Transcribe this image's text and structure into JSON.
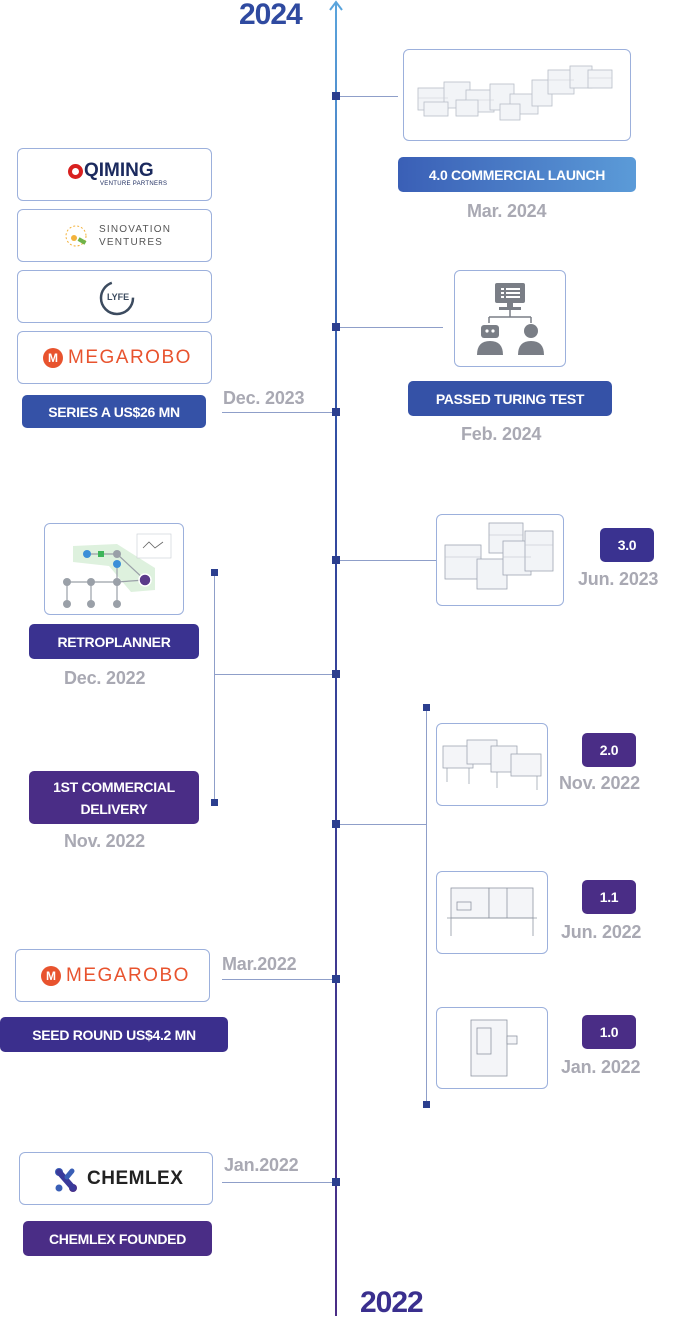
{
  "timeline": {
    "year_top": "2024",
    "year_bottom": "2022",
    "colors": {
      "line_top": "#5aa4dc",
      "line_bottom": "#4a2d86",
      "accent_blue": "#3552a7",
      "accent_purple": "#4a2d86",
      "date_gray": "#a9a9b3"
    }
  },
  "funding": {
    "series_a": {
      "label": "SERIES A US$26 MN",
      "date": "Dec. 2023",
      "logos": [
        {
          "name": "QIMING",
          "sub": "VENTURE PARTNERS"
        },
        {
          "name": "SINOVATION",
          "sub": "VENTURES"
        },
        {
          "name": "LYFE",
          "sub": ""
        },
        {
          "name": "MEGAROBO",
          "sub": ""
        }
      ]
    },
    "seed": {
      "label": "SEED ROUND US$4.2 MN",
      "date": "Mar.2022",
      "logo": "MEGAROBO"
    },
    "founded": {
      "label": "CHEMLEX FOUNDED",
      "date": "Jan.2022",
      "logo": "CHEMLEX"
    }
  },
  "milestones": {
    "commercial_launch": {
      "label": "4.0 COMMERCIAL LAUNCH",
      "date": "Mar. 2024"
    },
    "turing": {
      "label": "PASSED TURING TEST",
      "date": "Feb. 2024"
    },
    "retroplanner": {
      "label": "RETROPLANNER",
      "date": "Dec. 2022"
    },
    "delivery": {
      "label": "1ST COMMERCIAL DELIVERY",
      "date": "Nov. 2022"
    }
  },
  "versions": [
    {
      "version": "3.0",
      "date": "Jun. 2023"
    },
    {
      "version": "2.0",
      "date": "Nov. 2022"
    },
    {
      "version": "1.1",
      "date": "Jun. 2022"
    },
    {
      "version": "1.0",
      "date": "Jan. 2022"
    }
  ]
}
